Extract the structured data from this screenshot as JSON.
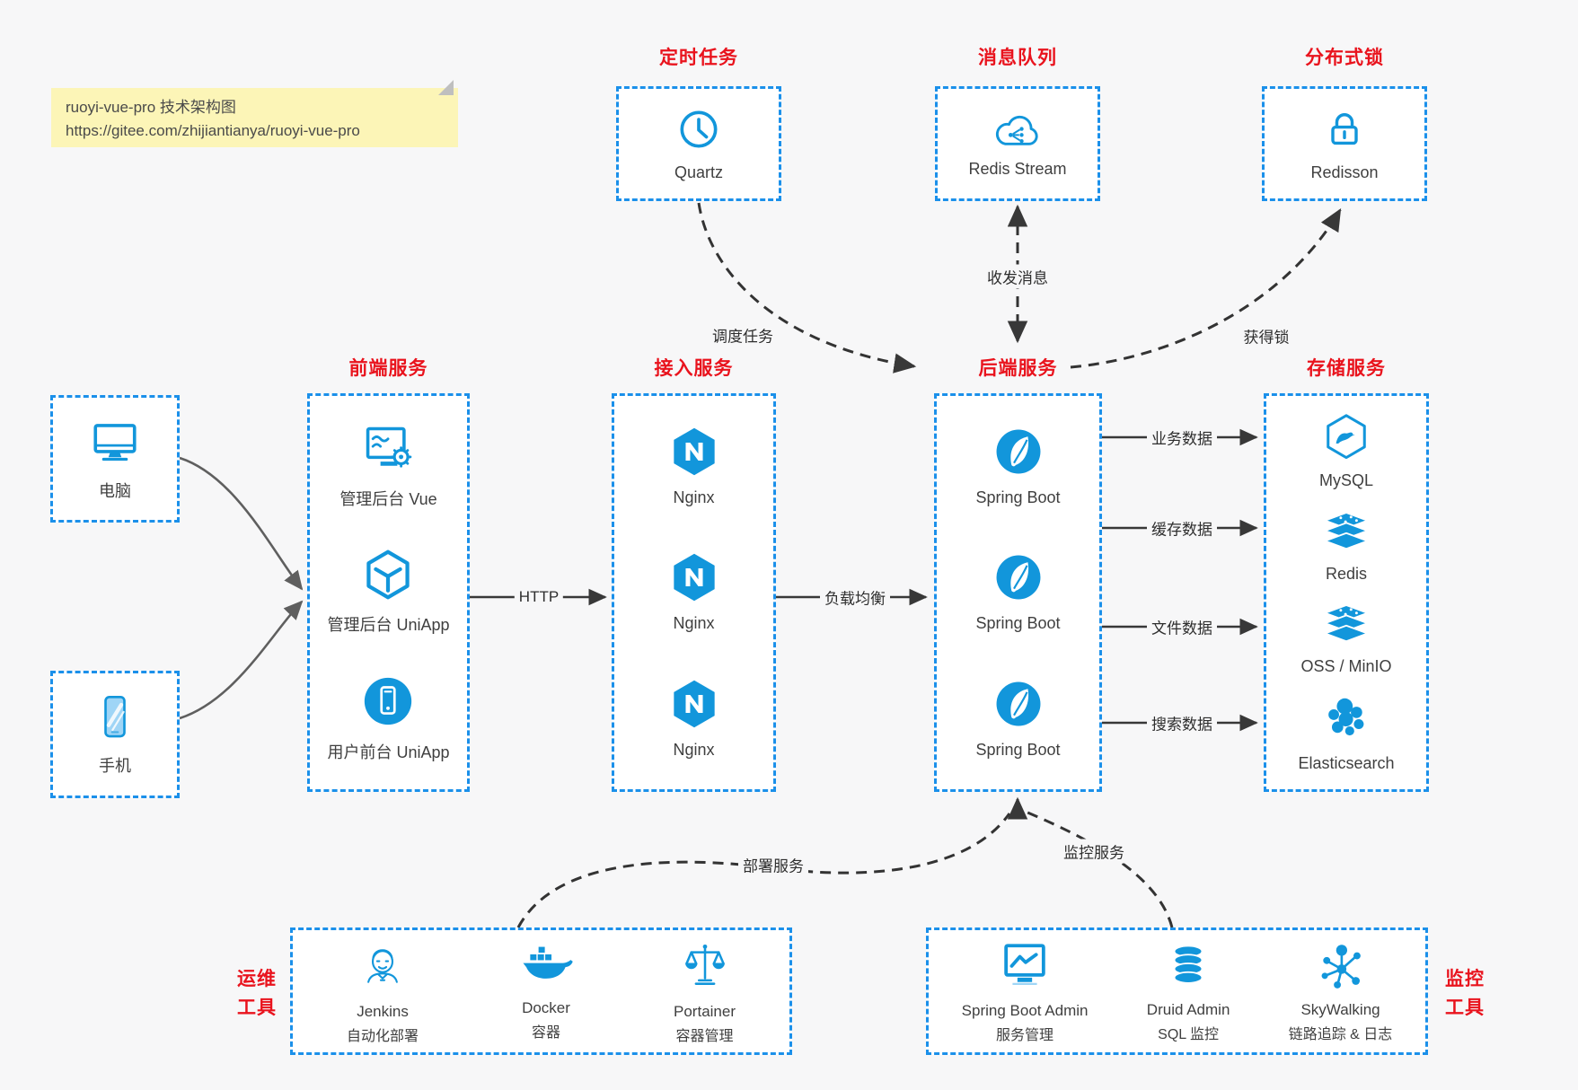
{
  "note": {
    "line1": "ruoyi-vue-pro 技术架构图",
    "line2": "https://gitee.com/zhijiantianya/ruoyi-vue-pro"
  },
  "groups": {
    "scheduler": {
      "title": "定时任务",
      "item": {
        "label": "Quartz",
        "icon": "clock-icon"
      }
    },
    "mq": {
      "title": "消息队列",
      "item": {
        "label": "Redis Stream",
        "icon": "cloud-stream-icon"
      }
    },
    "lock": {
      "title": "分布式锁",
      "item": {
        "label": "Redisson",
        "icon": "lock-icon"
      }
    },
    "clients": {
      "pc": {
        "label": "电脑",
        "icon": "desktop-icon"
      },
      "mobile": {
        "label": "手机",
        "icon": "smartphone-icon"
      }
    },
    "frontend": {
      "title": "前端服务",
      "items": [
        {
          "label": "管理后台 Vue",
          "icon": "admin-vue-icon"
        },
        {
          "label": "管理后台 UniApp",
          "icon": "uniapp-cube-icon"
        },
        {
          "label": "用户前台 UniApp",
          "icon": "mobile-app-icon"
        }
      ]
    },
    "gateway": {
      "title": "接入服务",
      "items": [
        {
          "label": "Nginx",
          "icon": "nginx-icon"
        },
        {
          "label": "Nginx",
          "icon": "nginx-icon"
        },
        {
          "label": "Nginx",
          "icon": "nginx-icon"
        }
      ]
    },
    "backend": {
      "title": "后端服务",
      "items": [
        {
          "label": "Spring Boot",
          "icon": "spring-boot-icon"
        },
        {
          "label": "Spring Boot",
          "icon": "spring-boot-icon"
        },
        {
          "label": "Spring Boot",
          "icon": "spring-boot-icon"
        }
      ]
    },
    "storage": {
      "title": "存储服务",
      "items": [
        {
          "label": "MySQL",
          "icon": "mysql-icon"
        },
        {
          "label": "Redis",
          "icon": "redis-icon"
        },
        {
          "label": "OSS / MinIO",
          "icon": "oss-icon"
        },
        {
          "label": "Elasticsearch",
          "icon": "elasticsearch-icon"
        }
      ]
    },
    "ops": {
      "title_line1": "运维",
      "title_line2": "工具",
      "items": [
        {
          "name": "Jenkins",
          "desc": "自动化部署",
          "icon": "jenkins-icon"
        },
        {
          "name": "Docker",
          "desc": "容器",
          "icon": "docker-icon"
        },
        {
          "name": "Portainer",
          "desc": "容器管理",
          "icon": "portainer-icon"
        }
      ]
    },
    "monitoring": {
      "title_line1": "监控",
      "title_line2": "工具",
      "items": [
        {
          "name": "Spring Boot Admin",
          "desc": "服务管理",
          "icon": "spring-boot-admin-icon"
        },
        {
          "name": "Druid Admin",
          "desc": "SQL 监控",
          "icon": "druid-icon"
        },
        {
          "name": "SkyWalking",
          "desc": "链路追踪 & 日志",
          "icon": "skywalking-icon"
        }
      ]
    }
  },
  "edges": {
    "http": "HTTP",
    "load_balance": "负载均衡",
    "biz_data": "业务数据",
    "cache_data": "缓存数据",
    "file_data": "文件数据",
    "search_data": "搜索数据",
    "schedule_task": "调度任务",
    "send_receive_message": "收发消息",
    "acquire_lock": "获得锁",
    "deploy_service": "部署服务",
    "monitor_service": "监控服务"
  },
  "colors": {
    "page_bg": "#f7f7f8",
    "box_border_blue": "#1b90ea",
    "icon_blue": "#1296db",
    "title_red": "#e9131d",
    "note_bg": "#fcf5b7",
    "arrow_dark": "#383838",
    "arrow_gray": "#5f5f5f",
    "label_ink": "#3f3f3f"
  }
}
